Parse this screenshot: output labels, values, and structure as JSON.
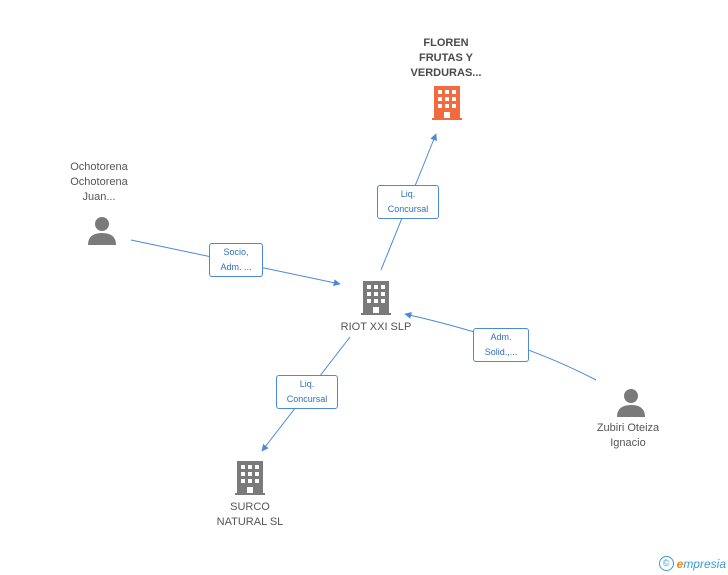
{
  "nodes": {
    "floren": {
      "label": "FLOREN\nFRUTAS Y\nVERDURAS...",
      "kind": "company",
      "highlight": true
    },
    "riot": {
      "label": "RIOT XXI  SLP",
      "kind": "company",
      "highlight": false
    },
    "surco": {
      "label": "SURCO\nNATURAL  SL",
      "kind": "company",
      "highlight": false
    },
    "ochotorena": {
      "label": "Ochotorena\nOchotorena\nJuan...",
      "kind": "person"
    },
    "zubiri": {
      "label": "Zubiri Oteiza\nIgnacio",
      "kind": "person"
    }
  },
  "edges": {
    "riot_floren": "Liq.\nConcursal",
    "ochotorena_riot": "Socio,\nAdm. ...",
    "riot_surco": "Liq.\nConcursal",
    "zubiri_riot": "Adm.\nSolid.,..."
  },
  "colors": {
    "edge": "#4a8ad8",
    "company": "#7a7a7a",
    "company_highlight": "#f26a3d",
    "person": "#7a7a7a"
  },
  "footer": {
    "copyright": "©",
    "brand_e": "e",
    "brand_rest": "mpresia"
  }
}
